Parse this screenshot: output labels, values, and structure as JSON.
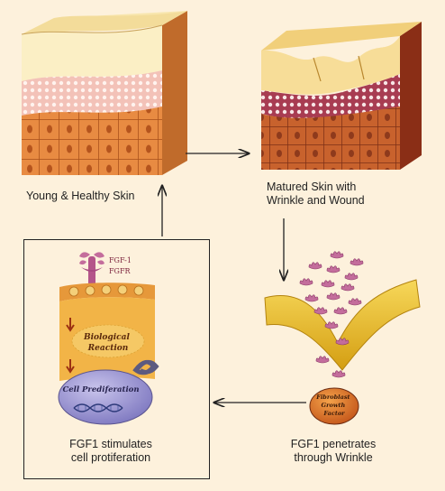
{
  "captions": {
    "young": "Young & Healthy Skin",
    "matured": [
      "Matured Skin with",
      "Wrinkle and Wound"
    ],
    "penetrates": [
      "FGF1 penetrates",
      "through Wrinkle"
    ],
    "stimulates": [
      "FGF1 stimulates",
      "cell protiferation"
    ]
  },
  "labels": {
    "fgf1": "FGF-1",
    "fgfr": "FGFR",
    "bio_reaction": [
      "Biological",
      "Reaction"
    ],
    "cell_prolif": "Cell Prediferation",
    "fibroblast": [
      "Fibroblast",
      "Growth",
      "Factor"
    ]
  },
  "colors": {
    "background": "#fdf1dc",
    "epidermis": "#f6e2a8",
    "dermis": "#e68d45",
    "arrow": "#222222",
    "wrinkle_band": "#f2c52c",
    "fgf_molecule": "#c46d9c"
  }
}
